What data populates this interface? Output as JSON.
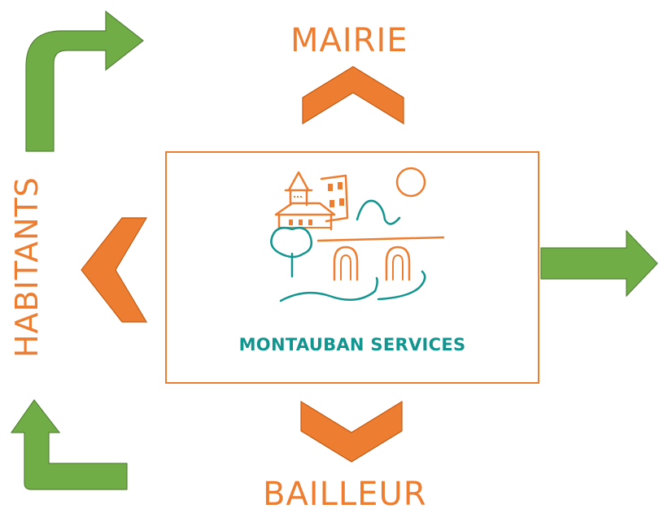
{
  "labels": {
    "top": "MAIRIE",
    "bottom": "BAILLEUR",
    "left": "HABITANTS"
  },
  "center": {
    "company_name": "MONTAUBAN SERVICES"
  },
  "colors": {
    "orange": "#ED7D31",
    "green": "#70AD47",
    "teal": "#12958F"
  },
  "icons": {
    "logo": "montauban-village-sketch-logo",
    "arrows": [
      "up-chevron",
      "down-chevron",
      "left-chevron",
      "right-arrow",
      "bent-arrow-up-right",
      "bent-arrow-up"
    ]
  }
}
